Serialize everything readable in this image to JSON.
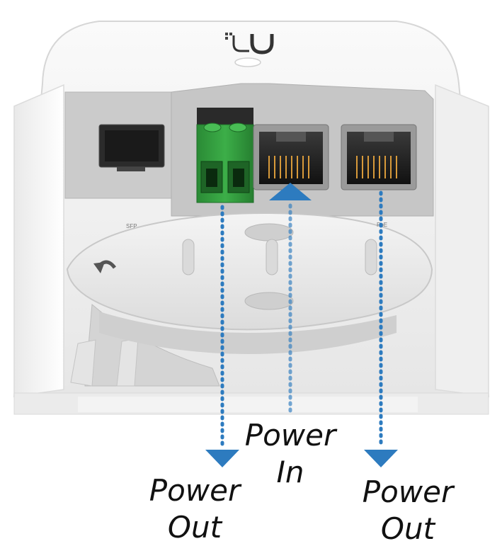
{
  "port_labels": {
    "sfp": "SFP",
    "poe": "PoE"
  },
  "callouts": {
    "out_left": {
      "line1": "Power",
      "line2": "Out"
    },
    "in": {
      "line1": "Power",
      "line2": "In"
    },
    "out_right": {
      "line1": "Power",
      "line2": "Out"
    }
  },
  "colors": {
    "arrow": "#2d7bbf",
    "connector_green": "#2f9a3c",
    "housing": "#f2f2f2",
    "port_panel": "#c9c9c9"
  },
  "icons": {
    "brand": "ubiquiti-logo-icon",
    "rotate": "rotate-arrow-icon"
  }
}
